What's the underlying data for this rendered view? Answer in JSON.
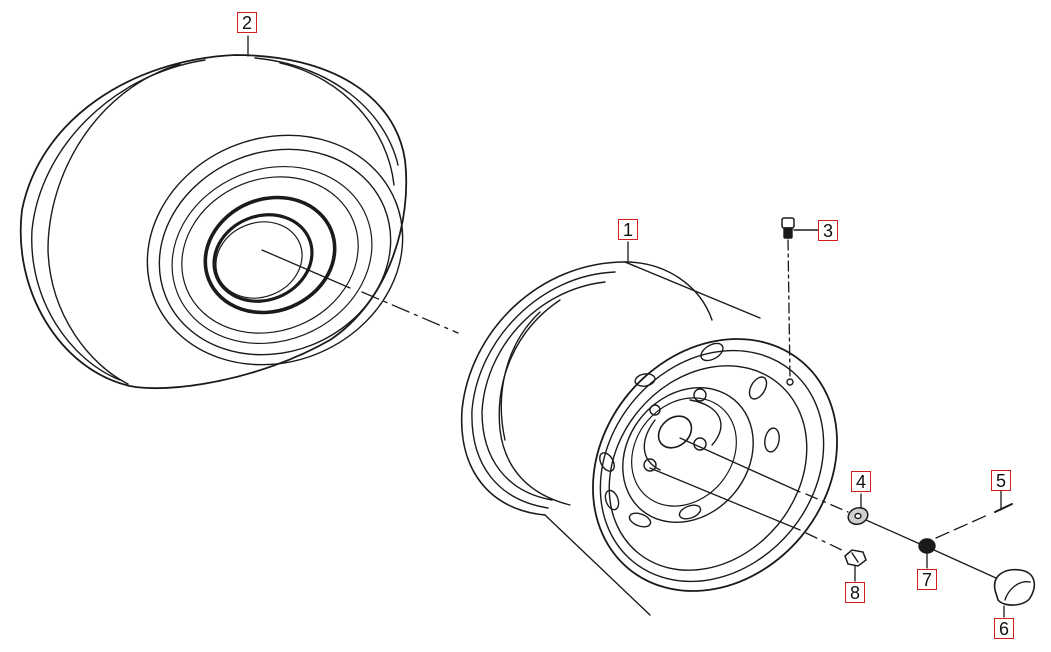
{
  "diagram": {
    "callouts": [
      {
        "id": "c2",
        "label": "2"
      },
      {
        "id": "c1",
        "label": "1"
      },
      {
        "id": "c3",
        "label": "3"
      },
      {
        "id": "c4",
        "label": "4"
      },
      {
        "id": "c5",
        "label": "5"
      },
      {
        "id": "c7",
        "label": "7"
      },
      {
        "id": "c8",
        "label": "8"
      },
      {
        "id": "c6",
        "label": "6"
      }
    ],
    "colors": {
      "line": "#1a1a1a",
      "callout_border": "#d21d1d",
      "background": "#ffffff"
    },
    "parts": [
      "tire",
      "rim",
      "valve-stem",
      "washer",
      "cotter-pin",
      "hub-cap",
      "castle-nut",
      "lug-nut"
    ]
  }
}
